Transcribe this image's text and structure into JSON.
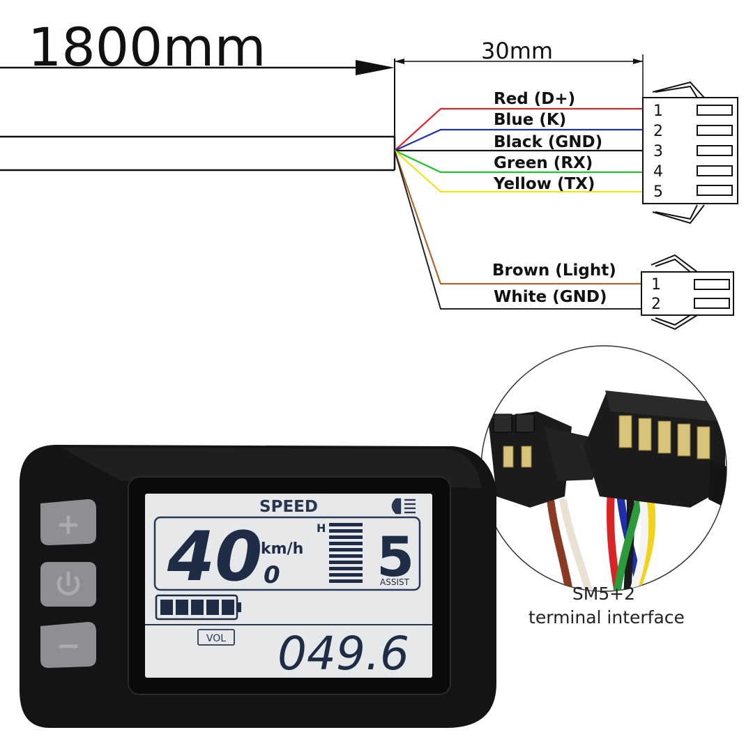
{
  "cable": {
    "length_label": "1800mm",
    "lead_length_label": "30mm"
  },
  "connector_5pin": {
    "wires": [
      {
        "label": "Red  (D+)",
        "pin": "1",
        "color": "#e0252d"
      },
      {
        "label": "Blue  (K)",
        "pin": "2",
        "color": "#1c2fb5"
      },
      {
        "label": "Black  (GND)",
        "pin": "3",
        "color": "#111111"
      },
      {
        "label": "Green  (RX)",
        "pin": "4",
        "color": "#21c427"
      },
      {
        "label": "Yellow  (TX)",
        "pin": "5",
        "color": "#f2e21b"
      }
    ]
  },
  "connector_2pin": {
    "wires": [
      {
        "label": "Brown  (Light)",
        "pin": "1",
        "color": "#a9672a"
      },
      {
        "label": "White  (GND)",
        "pin": "2",
        "color": "#222222"
      }
    ]
  },
  "display": {
    "speed_title": "SPEED",
    "speed_value": "40",
    "speed_unit": "km/h",
    "speed_sub": "0",
    "bar_high_marker": "H",
    "assist_level": "5",
    "assist_label": "ASSIST",
    "battery_segments": 5,
    "vol_label": "VOL",
    "voltage_value": "049.6",
    "colors": {
      "lcd_bg": "#e6e8ea",
      "lcd_digits": "#1f2c46",
      "bezel": "#121212",
      "button": "#8d8f93"
    }
  },
  "buttons": {
    "plus_symbol": "+",
    "minus_symbol": "−"
  },
  "inset": {
    "caption_line1": "SM5+2",
    "caption_line2": "terminal interface"
  }
}
